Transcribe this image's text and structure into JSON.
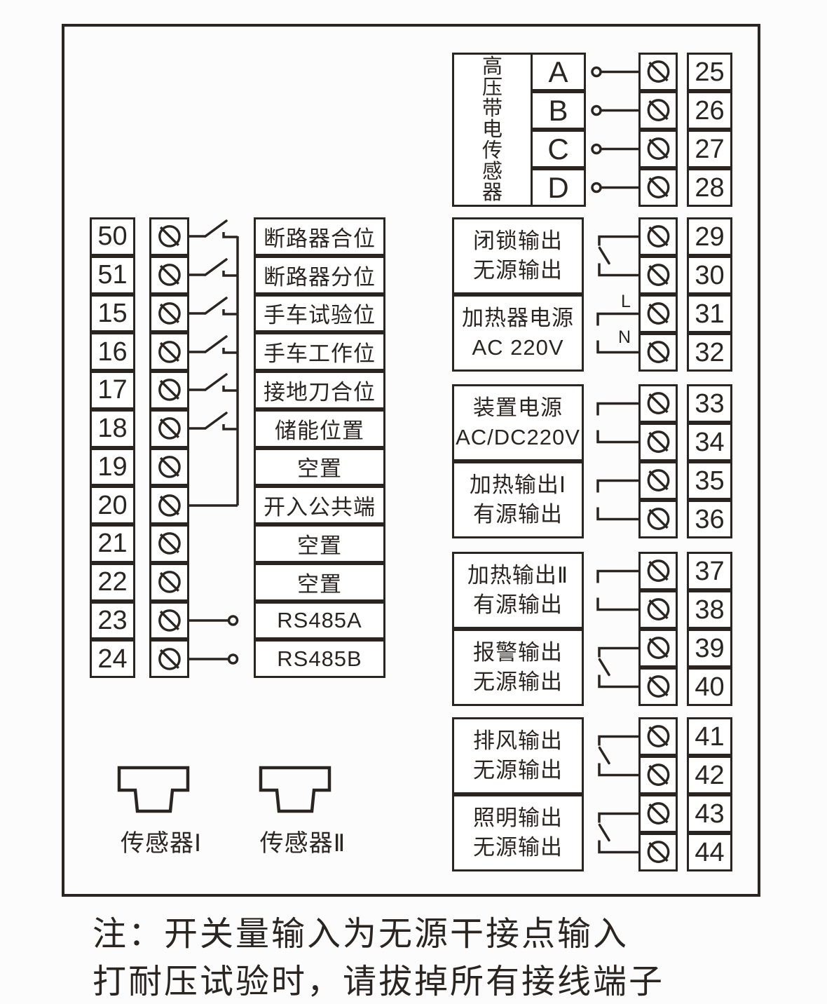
{
  "diagram": {
    "colors": {
      "ink": "#2b2522",
      "background": "#fcfcfc"
    },
    "hv_sensor_block": {
      "title_vertical": "高压带电传感器",
      "channels": [
        "A",
        "B",
        "C",
        "D"
      ]
    },
    "right_groups": [
      {
        "nums": [
          "25",
          "26",
          "27",
          "28"
        ]
      },
      {
        "nums": [
          "29",
          "30",
          "31",
          "32"
        ]
      },
      {
        "nums": [
          "33",
          "34",
          "35",
          "36"
        ]
      },
      {
        "nums": [
          "37",
          "38",
          "39",
          "40"
        ]
      },
      {
        "nums": [
          "41",
          "42",
          "43",
          "44"
        ]
      }
    ],
    "right_boxes": [
      {
        "line1": "闭锁输出",
        "line2": "无源输出"
      },
      {
        "line1": "加热器电源",
        "line2": "AC 220V"
      },
      {
        "line1": "装置电源",
        "line2": "AC/DC220V"
      },
      {
        "line1": "加热输出Ⅰ",
        "line2": "有源输出"
      },
      {
        "line1": "加热输出Ⅱ",
        "line2": "有源输出"
      },
      {
        "line1": "报警输出",
        "line2": "无源输出"
      },
      {
        "line1": "排风输出",
        "line2": "无源输出"
      },
      {
        "line1": "照明输出",
        "line2": "无源输出"
      }
    ],
    "power_labels": {
      "live": "L",
      "neutral": "N"
    },
    "left_rows": [
      {
        "num": "50",
        "label": "断路器合位"
      },
      {
        "num": "51",
        "label": "断路器分位"
      },
      {
        "num": "15",
        "label": "手车试验位"
      },
      {
        "num": "16",
        "label": "手车工作位"
      },
      {
        "num": "17",
        "label": "接地刀合位"
      },
      {
        "num": "18",
        "label": "储能位置"
      },
      {
        "num": "19",
        "label": "空置"
      },
      {
        "num": "20",
        "label": "开入公共端"
      },
      {
        "num": "21",
        "label": "空置"
      },
      {
        "num": "22",
        "label": "空置"
      },
      {
        "num": "23",
        "label": "RS485A"
      },
      {
        "num": "24",
        "label": "RS485B"
      }
    ],
    "sensors": [
      {
        "label": "传感器Ⅰ"
      },
      {
        "label": "传感器Ⅱ"
      }
    ],
    "notes": [
      "注：开关量输入为无源干接点输入",
      "打耐压试验时，请拔掉所有接线端子"
    ]
  }
}
